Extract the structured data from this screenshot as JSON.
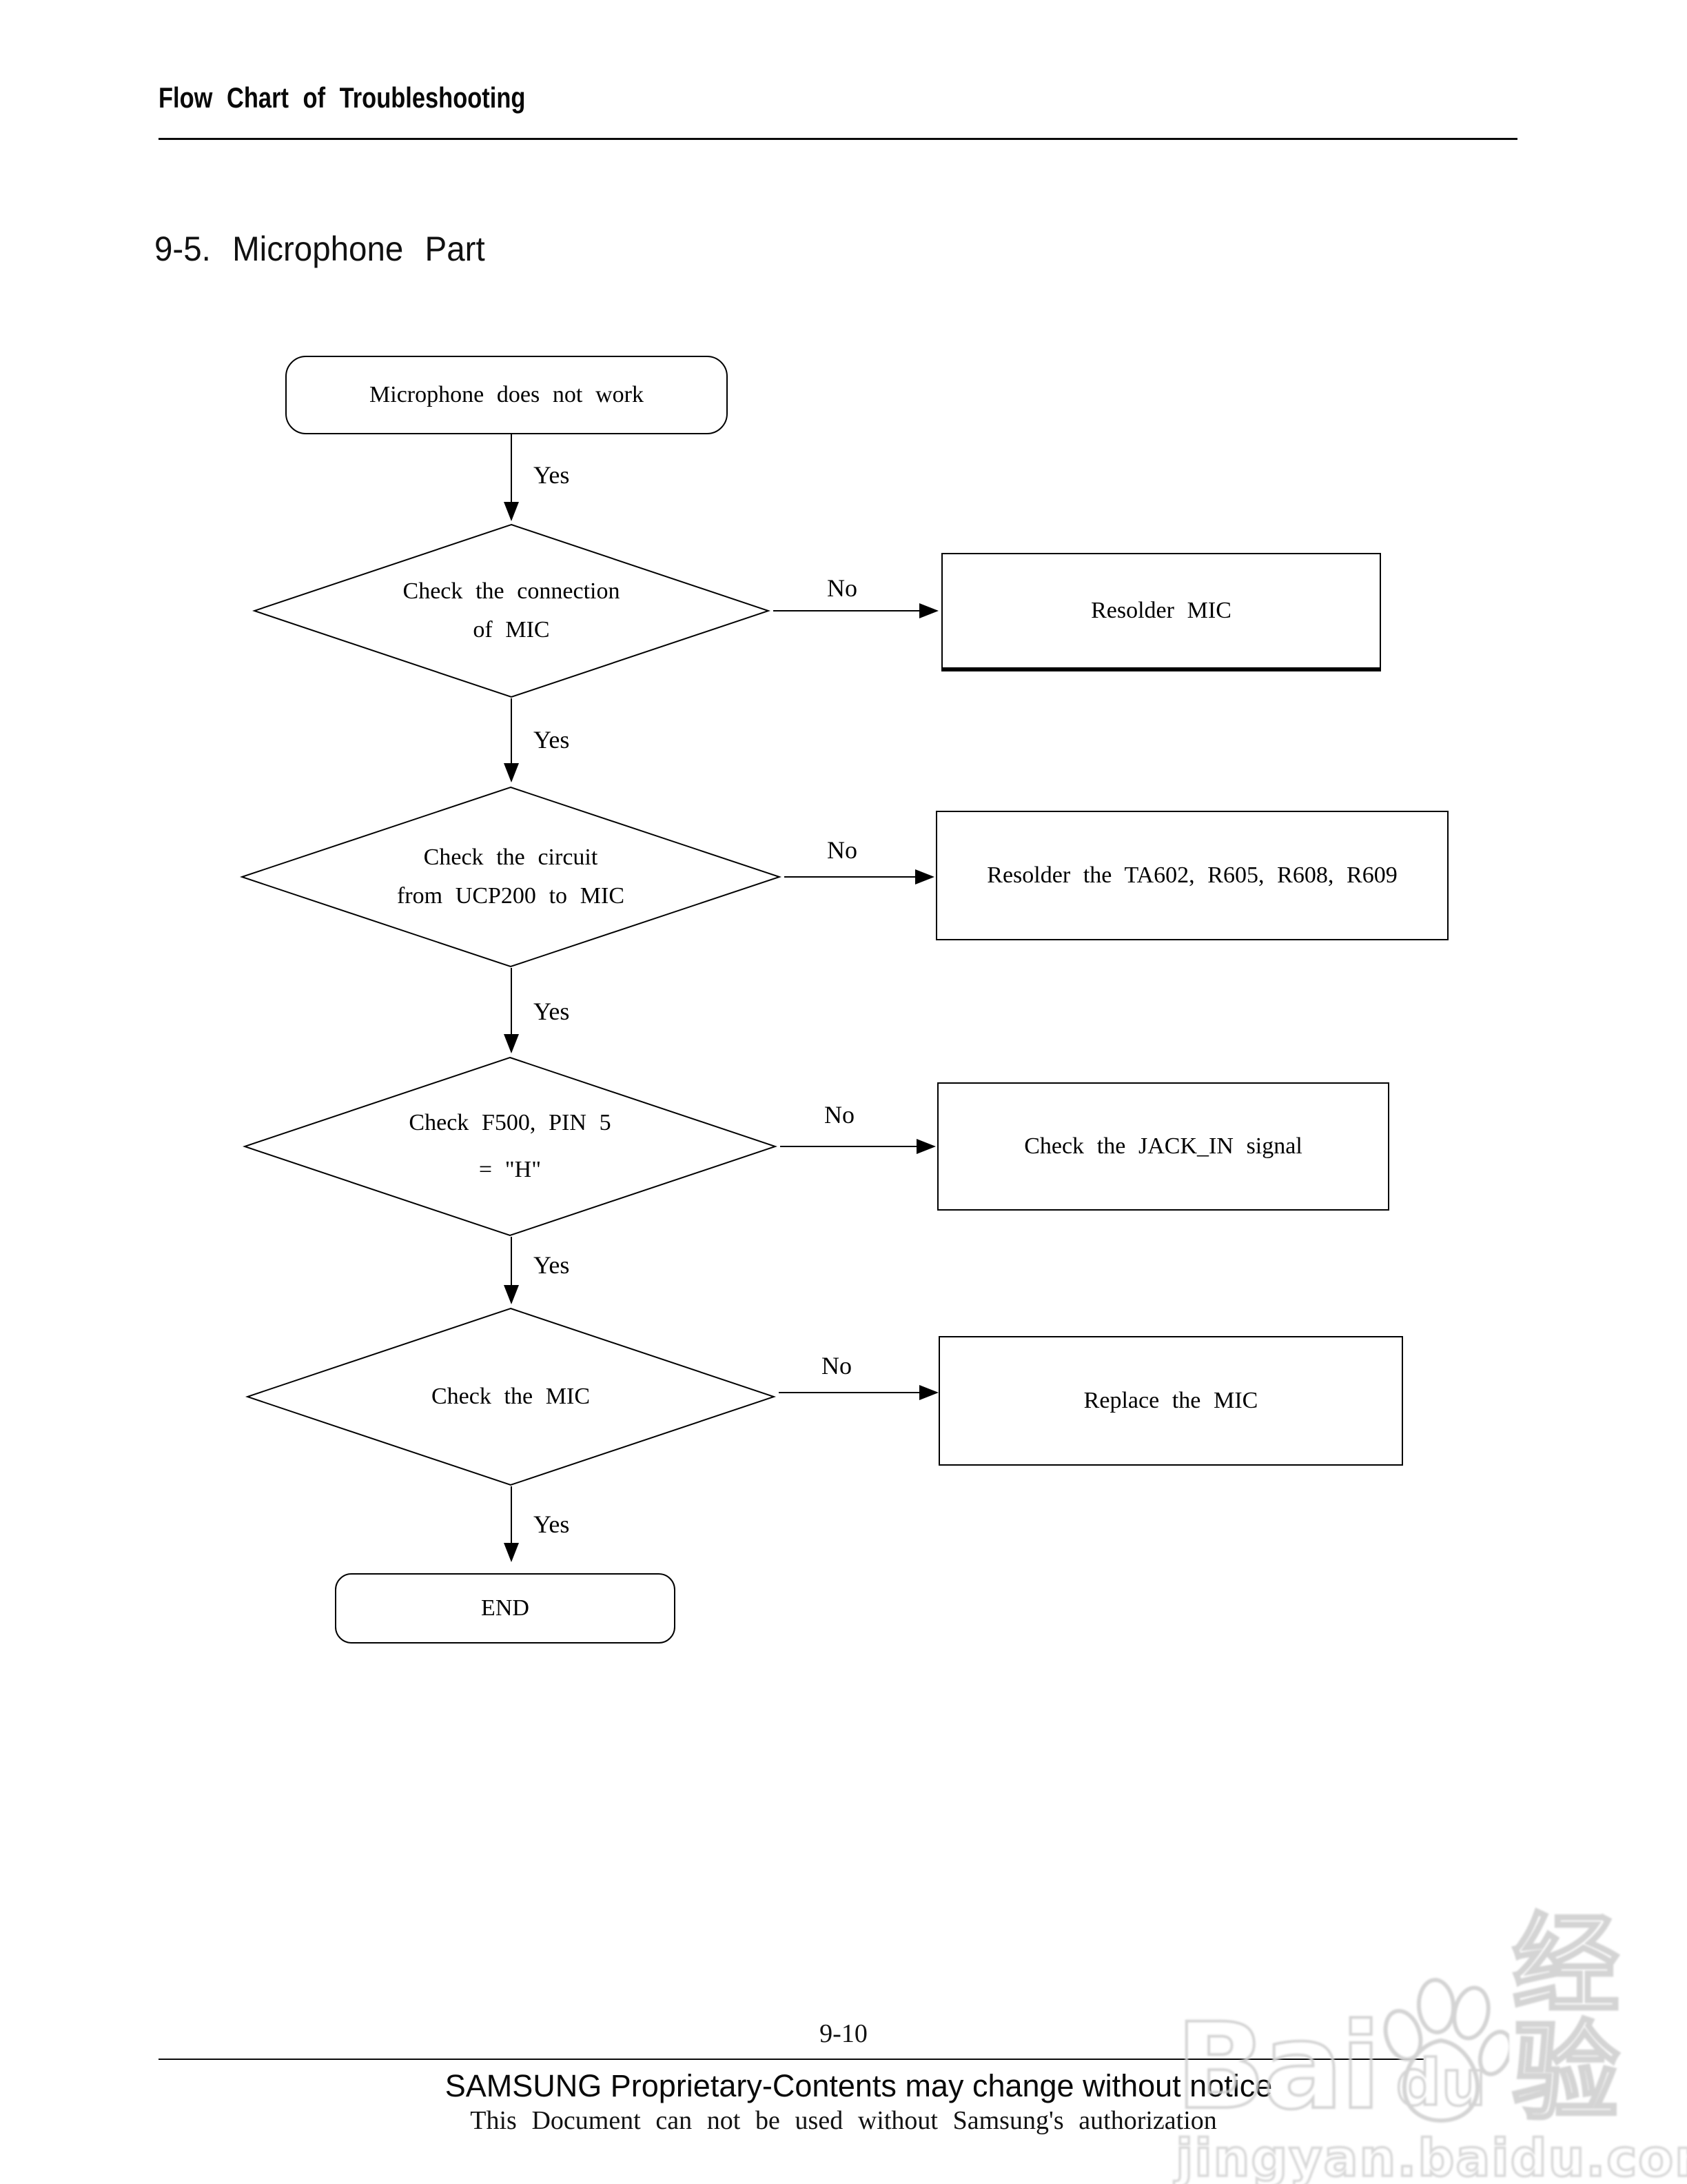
{
  "header": {
    "title": "Flow Chart of Troubleshooting"
  },
  "section": {
    "title": "9-5.  Microphone  Part"
  },
  "flowchart": {
    "start": "Microphone  does  not  work",
    "end": "END",
    "yes_label": "Yes",
    "no_label": "No",
    "steps": [
      {
        "decision_line1": "Check  the  connection",
        "decision_line2": "of  MIC",
        "action": "Resolder  MIC"
      },
      {
        "decision_line1": "Check  the  circuit",
        "decision_line2": "from  UCP200  to  MIC",
        "action": "Resolder  the  TA602,  R605,  R608,  R609"
      },
      {
        "decision_line1": "Check  F500,  PIN  5",
        "decision_line2": "=  \"H\"",
        "action": "Check  the  JACK_IN  signal"
      },
      {
        "decision_line1": "Check  the  MIC",
        "decision_line2": "",
        "action": "Replace  the  MIC"
      }
    ]
  },
  "footer": {
    "page_number": "9-10",
    "proprietary_notice": "SAMSUNG Proprietary-Contents may change without notice",
    "authorization_notice": "This  Document  can  not  be  used  without  Samsung's  authorization"
  },
  "watermark": {
    "logo_bai": "Bai",
    "logo_du": "du",
    "logo_suffix": "经验",
    "site_url": "jingyan.baidu.com"
  },
  "colors": {
    "line": "#000000",
    "watermark_gray": "#d2d2d2",
    "paper": "#ffffff"
  }
}
